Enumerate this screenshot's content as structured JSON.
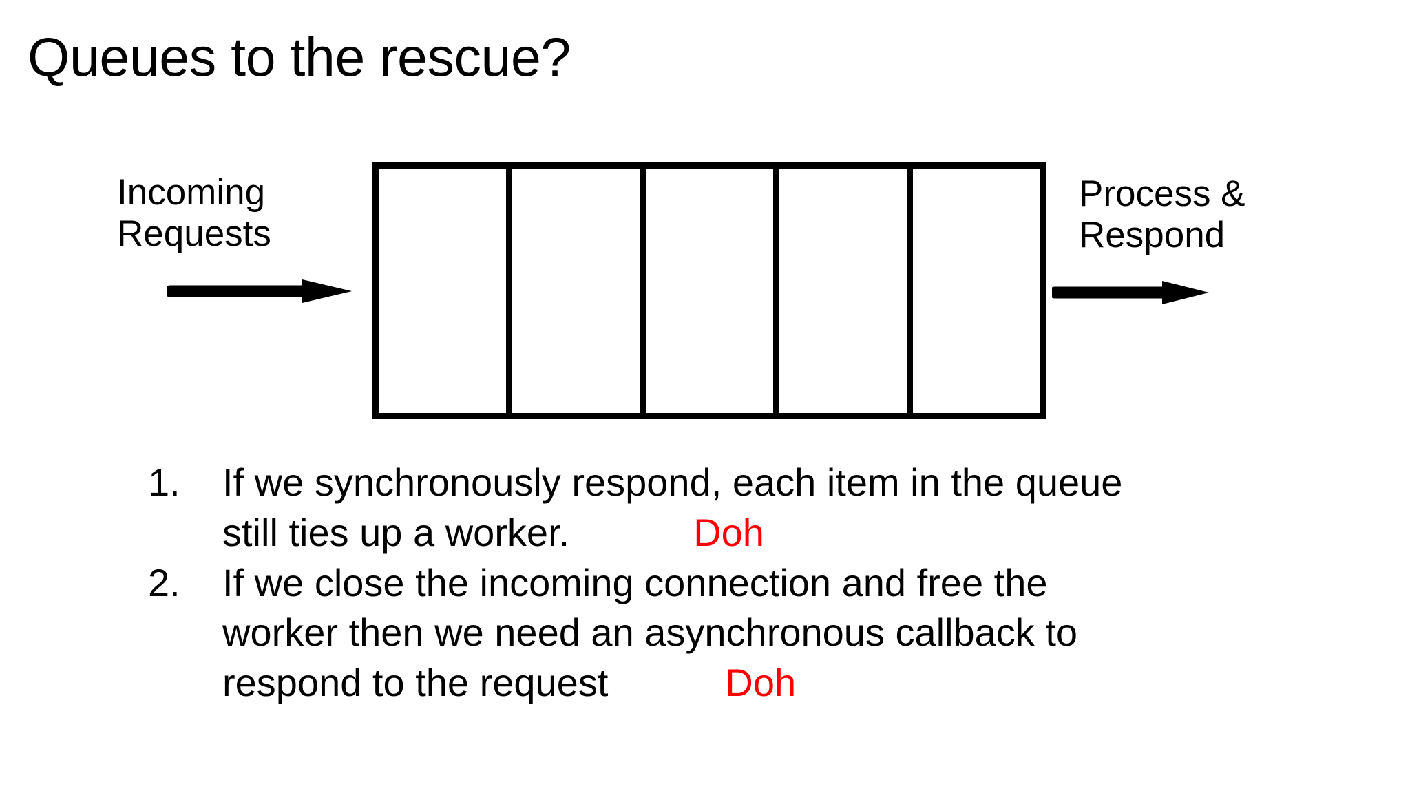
{
  "slide": {
    "title": "Queues to the rescue?",
    "background_color": "#ffffff",
    "text_color": "#000000",
    "accent_color": "#ff0000"
  },
  "diagram": {
    "type": "queue-pipeline",
    "left_label": {
      "line1": "Incoming",
      "line2": "Requests"
    },
    "right_label": {
      "line1": "Process &",
      "line2": "Respond"
    },
    "queue": {
      "cell_count": 5,
      "cells": [
        "",
        "",
        "",
        "",
        ""
      ],
      "border_color": "#000000",
      "fill_color": "#ffffff"
    },
    "arrows": [
      {
        "name": "incoming-arrow",
        "direction": "right"
      },
      {
        "name": "outgoing-arrow",
        "direction": "right"
      }
    ]
  },
  "points": [
    {
      "number": "1.",
      "lines": [
        {
          "text": "If we synchronously respond, each item in the queue",
          "accent": ""
        },
        {
          "text": "still ties up a worker.",
          "accent": "Doh"
        }
      ]
    },
    {
      "number": "2.",
      "lines": [
        {
          "text": "If we close the incoming connection and free the",
          "accent": ""
        },
        {
          "text": "worker then we need an asynchronous callback to",
          "accent": ""
        },
        {
          "text": "respond to the request",
          "accent": "Doh"
        }
      ]
    }
  ]
}
